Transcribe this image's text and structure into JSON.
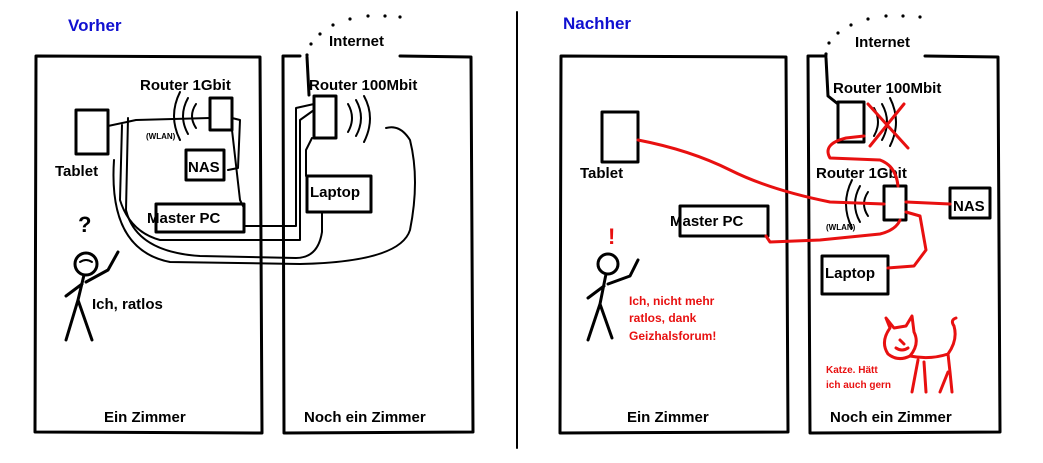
{
  "colors": {
    "heading": "#1010d0",
    "ink": "#000000",
    "red": "#e81010"
  },
  "before": {
    "heading": "Vorher",
    "internet": "Internet",
    "router_fast": "Router 1Gbit",
    "wlan": "(WLAN)",
    "router_slow": "Router 100Mbit",
    "tablet": "Tablet",
    "nas": "NAS",
    "laptop": "Laptop",
    "master_pc": "Master PC",
    "question_mark": "?",
    "person": "Ich, ratlos",
    "room_left": "Ein Zimmer",
    "room_right": "Noch ein Zimmer"
  },
  "after": {
    "heading": "Nachher",
    "internet": "Internet",
    "router_slow": "Router 100Mbit",
    "tablet": "Tablet",
    "router_fast": "Router 1Gbit",
    "nas": "NAS",
    "wlan": "(WLAN)",
    "master_pc": "Master PC",
    "laptop": "Laptop",
    "exclamation": "!",
    "person_line1": "Ich, nicht mehr",
    "person_line2": "ratlos, dank",
    "person_line3": "Geizhalsforum!",
    "cat_line1": "Katze. Hätt",
    "cat_line2": "ich auch gern",
    "room_left": "Ein Zimmer",
    "room_right": "Noch ein Zimmer"
  }
}
